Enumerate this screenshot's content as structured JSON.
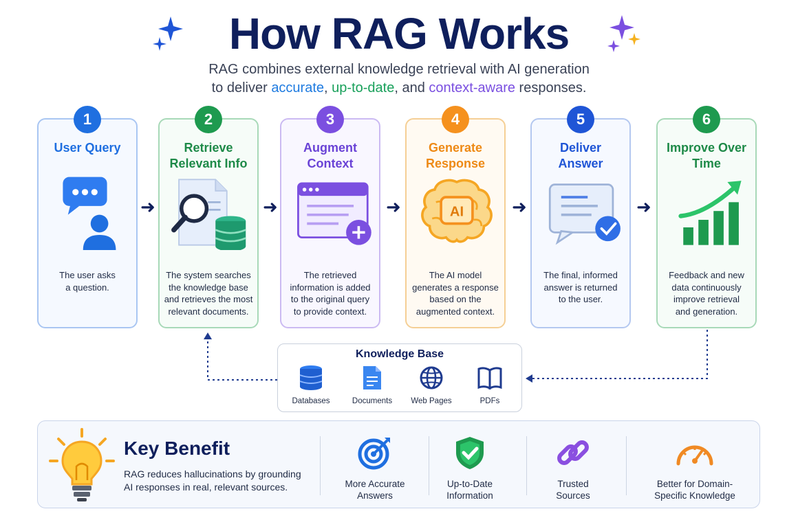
{
  "title": "How RAG Works",
  "subtitle": {
    "line1": "RAG combines external knowledge retrieval with AI generation",
    "line2_prefix": "to deliver ",
    "accurate": "accurate",
    "sep1": ", ",
    "uptodate": "up-to-date",
    "sep2": ", and ",
    "aware": "context-aware",
    "line2_suffix": " responses."
  },
  "steps": [
    {
      "number": "1",
      "title_lines": [
        "User Query"
      ],
      "desc_lines": [
        "The user asks",
        "a question."
      ],
      "color": "#1f6fe0",
      "icon": "chat-user-icon"
    },
    {
      "number": "2",
      "title_lines": [
        "Retrieve",
        "Relevant Info"
      ],
      "desc_lines": [
        "The system searches",
        "the knowledge base",
        "and retrieves the most",
        "relevant documents."
      ],
      "color": "#1e9a4f",
      "icon": "search-database-icon"
    },
    {
      "number": "3",
      "title_lines": [
        "Augment",
        "Context"
      ],
      "desc_lines": [
        "The retrieved",
        "information is added",
        "to the original query",
        "to provide context."
      ],
      "color": "#7b4fe0",
      "icon": "window-plus-icon"
    },
    {
      "number": "4",
      "title_lines": [
        "Generate",
        "Response"
      ],
      "desc_lines": [
        "The AI model",
        "generates a response",
        "based on the",
        "augmented context."
      ],
      "color": "#f5911e",
      "icon": "ai-brain-icon"
    },
    {
      "number": "5",
      "title_lines": [
        "Deliver",
        "Answer"
      ],
      "desc_lines": [
        "The final, informed",
        "answer is returned",
        "to the user."
      ],
      "color": "#1f55d6",
      "icon": "answer-check-icon"
    },
    {
      "number": "6",
      "title_lines": [
        "Improve Over",
        "Time"
      ],
      "desc_lines": [
        "Feedback and new",
        "data continuously",
        "improve retrieval",
        "and generation."
      ],
      "color": "#1e9a4f",
      "icon": "growth-chart-icon"
    }
  ],
  "knowledge_base": {
    "title": "Knowledge Base",
    "items": [
      {
        "label": "Databases",
        "icon": "database-icon"
      },
      {
        "label": "Documents",
        "icon": "document-icon"
      },
      {
        "label": "Web Pages",
        "icon": "globe-icon"
      },
      {
        "label": "PDFs",
        "icon": "book-icon"
      }
    ]
  },
  "key_benefit": {
    "heading": "Key Benefit",
    "text_lines": [
      "RAG reduces hallucinations by grounding",
      "AI responses in real, relevant sources."
    ],
    "items": [
      {
        "label_lines": [
          "More Accurate",
          "Answers"
        ],
        "icon": "target-icon"
      },
      {
        "label_lines": [
          "Up-to-Date",
          "Information"
        ],
        "icon": "shield-check-icon"
      },
      {
        "label_lines": [
          "Trusted",
          "Sources"
        ],
        "icon": "link-icon"
      },
      {
        "label_lines": [
          "Better for Domain-",
          "Specific Knowledge"
        ],
        "icon": "gauge-icon"
      }
    ]
  }
}
